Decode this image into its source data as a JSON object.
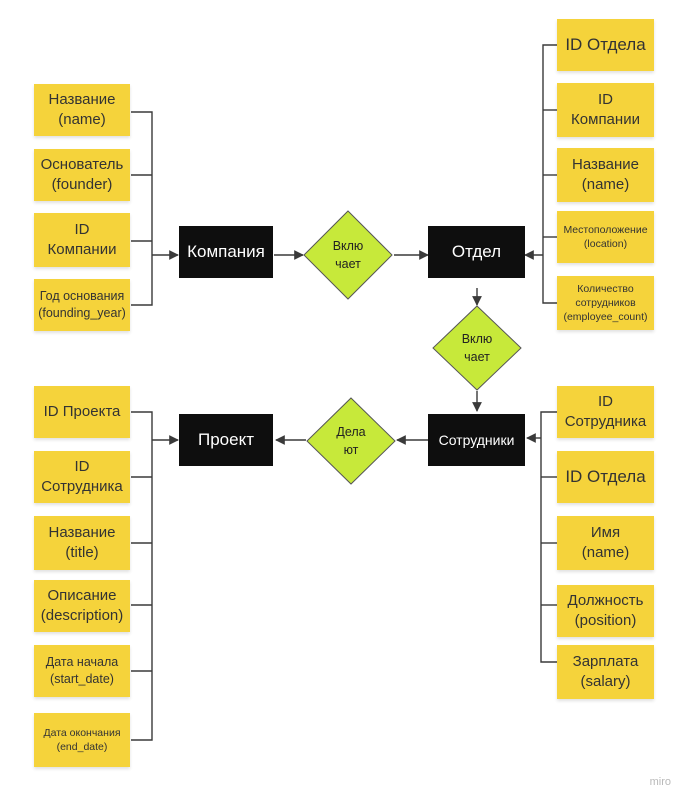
{
  "entities": {
    "company": "Компания",
    "department": "Отдел",
    "employees": "Сотрудники",
    "project": "Проект"
  },
  "relations": {
    "company_department": [
      "Вклю",
      "чает"
    ],
    "department_employees": [
      "Вклю",
      "чает"
    ],
    "employees_project": [
      "Дела",
      "ют"
    ]
  },
  "company_attributes": [
    [
      "Название",
      "(name)"
    ],
    [
      "Основатель",
      "(founder)"
    ],
    [
      "ID",
      "Компании"
    ],
    [
      "Год основания",
      "(founding_year)"
    ]
  ],
  "department_attributes": [
    [
      "ID Отдела"
    ],
    [
      "ID",
      "Компании"
    ],
    [
      "Название",
      "(name)"
    ],
    [
      "Местоположение",
      "(location)"
    ],
    [
      "Количество",
      "сотрудников",
      "(employee_count)"
    ]
  ],
  "project_attributes": [
    [
      "ID Проекта"
    ],
    [
      "ID",
      "Сотрудника"
    ],
    [
      "Название",
      "(title)"
    ],
    [
      "Описание",
      "(description)"
    ],
    [
      "Дата начала",
      "(start_date)"
    ],
    [
      "Дата окончания",
      "(end_date)"
    ]
  ],
  "employee_attributes": [
    [
      "ID",
      "Сотрудника"
    ],
    [
      "ID Отдела"
    ],
    [
      "Имя",
      "(name)"
    ],
    [
      "Должность",
      "(position)"
    ],
    [
      "Зарплата",
      "(salary)"
    ]
  ],
  "colors": {
    "sticky": "#f5d33b",
    "entity": "#0e0e0e",
    "relation": "#c7e93a",
    "line": "#3a3a3a"
  },
  "watermark": "miro"
}
